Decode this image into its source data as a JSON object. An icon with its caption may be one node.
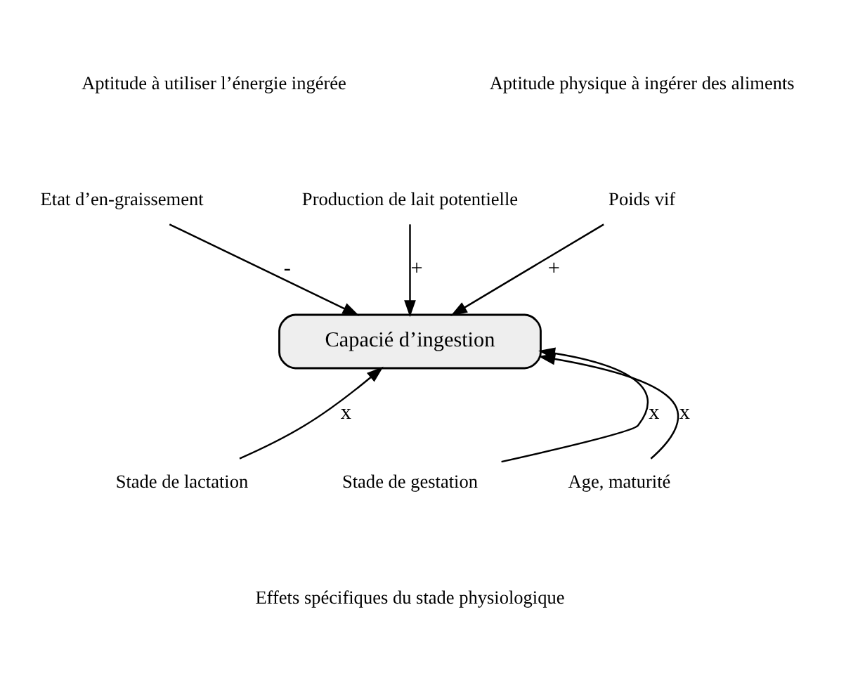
{
  "diagram": {
    "nodes": [
      {
        "text": [
          "Etat d’en-graissement"
        ]
      },
      {
        "text": [
          "Production de lait potentielle"
        ]
      },
      {
        "text": [
          "Poids vif"
        ]
      },
      {
        "text": [
          "Capacié d’ingestion"
        ]
      },
      {
        "text": [
          "Stade de lactation"
        ]
      },
      {
        "text": [
          "Stade de gestation"
        ]
      },
      {
        "text": [
          "Age, maturité"
        ]
      }
    ],
    "edges": [
      {
        "from": 0,
        "to": 3,
        "arrow": "to",
        "label": "-"
      },
      {
        "from": 1,
        "to": 3,
        "arrow": "to",
        "label": "+"
      },
      {
        "from": 2,
        "to": 3,
        "arrow": "to",
        "label": "+"
      },
      {
        "from": 4,
        "to": 3,
        "arrow": "to",
        "label": "x"
      },
      {
        "from": 5,
        "to": 3,
        "arrow": "to",
        "label": "x"
      },
      {
        "from": 6,
        "to": 3,
        "arrow": "to",
        "label": "x"
      }
    ],
    "labels": [
      "Aptitude à utiliser l’énergie ingérée",
      "Aptitude physique à ingérer des aliments",
      "Effets spécifiques du stade physiologique"
    ]
  }
}
